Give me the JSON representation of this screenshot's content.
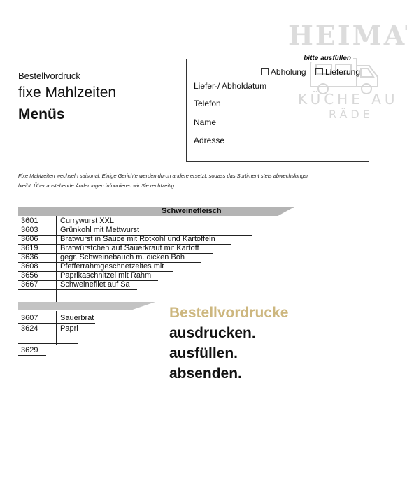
{
  "logo": {
    "word": "HEIMAT",
    "line1": "KÜCHE AU",
    "line2": "RÄDE",
    "watermark_color": "#dcdcdc"
  },
  "form": {
    "kind": "Bestellvordruck",
    "subtitle": "fixe Mahlzeiten",
    "title": "Menüs"
  },
  "order_box": {
    "hint": "bitte ausfüllen",
    "options": [
      "Abholung",
      "Lieferung"
    ],
    "fields": [
      "Liefer-/ Abholdatum",
      "Telefon",
      "Name",
      "Adresse"
    ]
  },
  "notice": {
    "line1": "Fixe Mahlzeiten wechseln saisonal: Einige Gerichte werden durch andere ersetzt, sodass das Sortiment stets abwechslungsr",
    "line2": "bleibt. Über anstehende Änderungen informieren wir Sie rechtzeitig."
  },
  "menu": {
    "section1": "Schweinefleisch",
    "rows": [
      {
        "code": "3601",
        "dish": "Currywurst XXL"
      },
      {
        "code": "3603",
        "dish": "Grünkohl mit Mettwurst"
      },
      {
        "code": "3606",
        "dish": "Bratwurst in Sauce mit Rotkohl und Kartoffeln"
      },
      {
        "code": "3619",
        "dish": "Bratwürstchen auf Sauerkraut mit Kartoff"
      },
      {
        "code": "3636",
        "dish": "gegr. Schweinebauch m. dicken Boh"
      },
      {
        "code": "3608",
        "dish": "Pfefferrahmgeschnetzeltes mit"
      },
      {
        "code": "3656",
        "dish": "Paprikaschnitzel mit Rahm"
      },
      {
        "code": "3667",
        "dish": "Schweinefilet auf Sa"
      }
    ],
    "rows2": [
      {
        "code": "3607",
        "dish": "Sauerbrat"
      },
      {
        "code": "3624",
        "dish": "Papri"
      },
      {
        "code": "3629",
        "dish": ""
      }
    ]
  },
  "cta": {
    "line1": "Bestellvordrucke",
    "line2": "ausdrucken.",
    "line3": "ausfüllen.",
    "line4": "absenden.",
    "accent_color": "#cdb77f"
  }
}
